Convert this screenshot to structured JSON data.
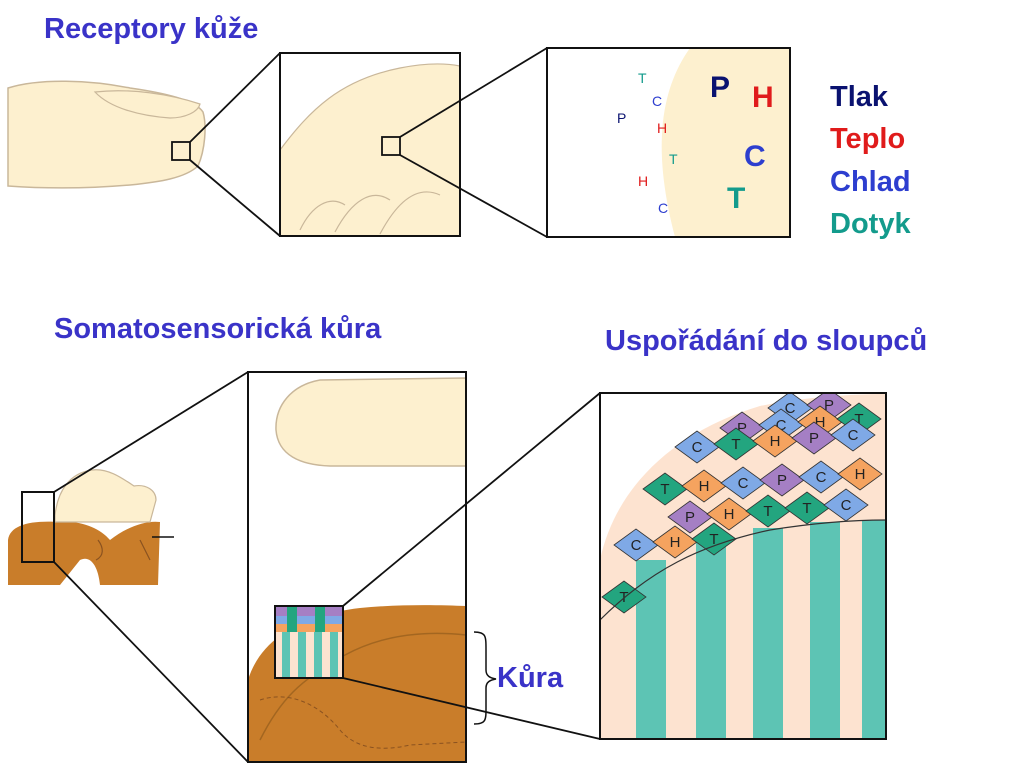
{
  "titles": {
    "receptors": "Receptory kůže",
    "cortex": "Somatosensorická  kůra",
    "columns": "Uspořádání do sloupců",
    "kura": "Kůra"
  },
  "receptor_letters": {
    "big": {
      "p": "P",
      "h": "H",
      "c": "C",
      "t": "T"
    },
    "small": [
      "T",
      "C",
      "P",
      "H",
      "T",
      "H",
      "C"
    ]
  },
  "legend": [
    {
      "label": "Tlak",
      "color": "#0a1270"
    },
    {
      "label": "Teplo",
      "color": "#e01b1b"
    },
    {
      "label": "Chlad",
      "color": "#2d3ecf"
    },
    {
      "label": "Dotyk",
      "color": "#139b8c"
    }
  ],
  "column_grid": {
    "rows": [
      [
        "C",
        "P"
      ],
      [
        "P",
        "C",
        "H",
        "T"
      ],
      [
        "C",
        "T",
        "H",
        "P",
        "C"
      ],
      [
        "T",
        "H",
        "C",
        "P",
        "C",
        "H"
      ],
      [
        "P",
        "H",
        "T",
        "T",
        "C"
      ],
      [
        "C",
        "H",
        "T"
      ],
      [
        "T"
      ]
    ]
  },
  "colors": {
    "title": "#3a33c8",
    "skin": "#fdf0cf",
    "skin_outline": "#c9b79a",
    "cortex": "#c97d2a",
    "column_peach": "#fde3d0",
    "column_teal": "#5dc4b4",
    "cell_purple": "#a57fc4",
    "cell_blue": "#7fa9e6",
    "cell_orange": "#f5a35f",
    "cell_green": "#23a57f"
  }
}
